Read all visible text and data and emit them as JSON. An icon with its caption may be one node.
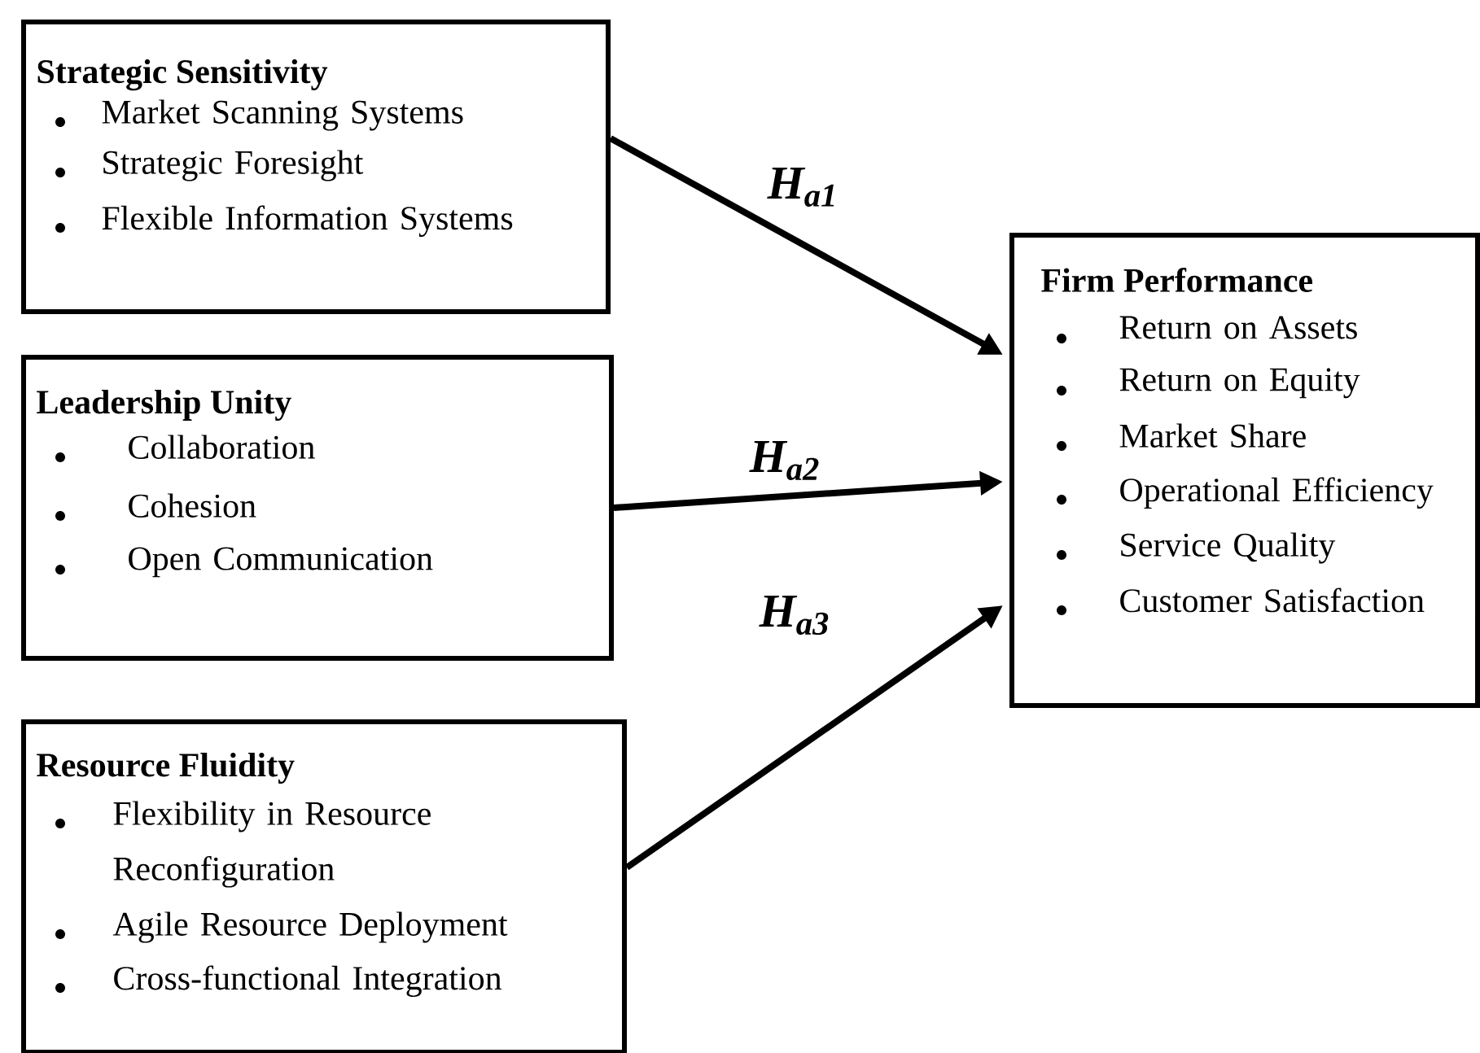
{
  "diagram": {
    "nodes": [
      {
        "text": [
          "Strategic Sensitivity",
          "Market Scanning Systems",
          "Strategic Foresight",
          "Flexible Information Systems"
        ]
      },
      {
        "text": [
          "Leadership Unity",
          "Collaboration",
          "Cohesion",
          "Open Communication"
        ]
      },
      {
        "text": [
          "Resource Fluidity",
          "Flexibility in Resource Reconfiguration",
          "Agile Resource Deployment",
          "Cross-functional Integration"
        ]
      },
      {
        "text": [
          "Firm Performance",
          "Return on Assets",
          "Return on Equity",
          "Market Share",
          "Operational Efficiency",
          "Service Quality",
          "Customer Satisfaction"
        ]
      }
    ],
    "edges": [
      {
        "from": 0,
        "to": 3,
        "arrow": "to",
        "label": "H$_{a1}$"
      },
      {
        "from": 1,
        "to": 3,
        "arrow": "to",
        "label": "H$_{a2}$"
      },
      {
        "from": 2,
        "to": 3,
        "arrow": "to",
        "label": "H$_{a3}$"
      }
    ]
  }
}
